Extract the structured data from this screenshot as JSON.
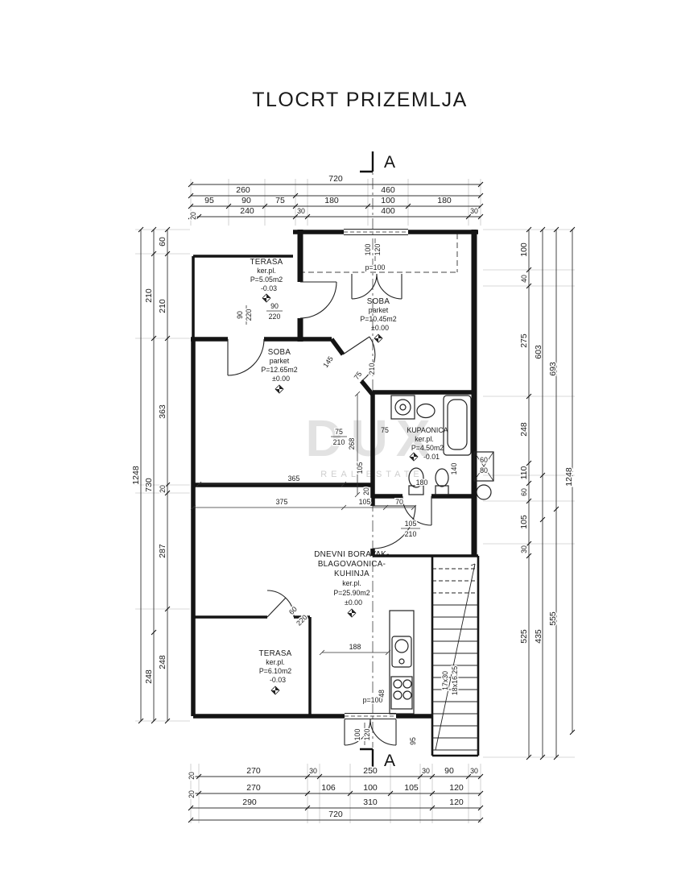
{
  "title": "TLOCRT PRIZEMLJA",
  "section": {
    "top": "A",
    "bottom": "A"
  },
  "watermark": {
    "brand": "DUX",
    "tagline": "REAL ESTATE"
  },
  "rooms": {
    "terasa_top": {
      "name": "TERASA",
      "floor": "ker.pl.",
      "area": "P=5.05m2",
      "level": "-0.03"
    },
    "so ba_top": {},
    "soba_top": {
      "name": "SOBA",
      "floor": "parket",
      "area": "P=10.45m2",
      "level": "±0.00"
    },
    "soba_left": {
      "name": "SOBA",
      "floor": "parket",
      "area": "P=12.65m2",
      "level": "±0.00"
    },
    "kupaonica": {
      "door_width": "75",
      "name": "KUPAONICA",
      "floor": "ker.pl.",
      "area": "P=4.50m2",
      "level": "-0.01"
    },
    "dnevni": {
      "line1": "DNEVNI BORAVAK-",
      "line2": "BLAGOVAONICA-",
      "line3": "KUHINJA",
      "floor": "ker.pl.",
      "area": "P=25.90m2",
      "level": "±0.00"
    },
    "terasa_bottom": {
      "name": "TERASA",
      "floor": "ker.pl.",
      "area": "P=6.10m2",
      "level": "-0.03"
    }
  },
  "openings": {
    "window_top": {
      "w": "100",
      "h": "120",
      "parapet": "p=100"
    },
    "window_bottom": {
      "w": "100",
      "h": "120",
      "parapet": "p=100"
    },
    "door_terrace_soba": {
      "w": "90",
      "h": "220"
    },
    "door_soba_left": {
      "w": "90",
      "h": "220"
    },
    "door_diag": {
      "w": "75",
      "h": "210"
    },
    "door_bath": {
      "w": "75",
      "h": "210"
    },
    "door_hall": {
      "w": "105",
      "h": "210"
    },
    "door_terrace_bot": {
      "w": "60",
      "h": "220"
    }
  },
  "stairs": {
    "label1": "17x30",
    "label2": "18x16.25"
  },
  "inner_dims": {
    "diag": "145",
    "wall": "210",
    "d268": "268",
    "d105a": "105",
    "d365": "365",
    "d375": "375",
    "d105b": "105",
    "d70": "70",
    "d180": "180",
    "d140": "140",
    "shaft_w": "60",
    "shaft_h": "80",
    "d20": "20",
    "d188": "188",
    "d48": "48",
    "d95": "95"
  },
  "dims_top": {
    "r1": [
      "720"
    ],
    "r2": [
      "260",
      "460"
    ],
    "r3": [
      "95",
      "90",
      "75",
      "180",
      "100",
      "180"
    ],
    "r4": [
      "20",
      "240",
      "30",
      "400",
      "30"
    ]
  },
  "dims_bottom": {
    "r1": [
      "20",
      "270",
      "30",
      "250",
      "30",
      "90",
      "30"
    ],
    "r2": [
      "20",
      "270",
      "106",
      "100",
      "105",
      "120"
    ],
    "r3": [
      "290",
      "310",
      "120"
    ],
    "r4": [
      "720"
    ]
  },
  "dims_left": {
    "c1": [
      "1248"
    ],
    "c2": [
      "210",
      "730",
      "248"
    ],
    "c3": [
      "60",
      "210",
      "363",
      "20",
      "287",
      "248"
    ]
  },
  "dims_right": {
    "c1": [
      "100",
      "40",
      "275",
      "248",
      "110",
      "60",
      "105",
      "30",
      "525"
    ],
    "c2": [
      "603",
      "435"
    ],
    "c3": [
      "693",
      "555"
    ],
    "c4": [
      "1248"
    ]
  }
}
